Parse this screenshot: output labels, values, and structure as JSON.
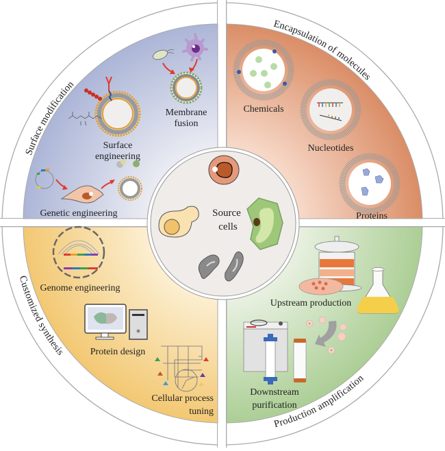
{
  "center": {
    "label_line1": "Source",
    "label_line2": "cells",
    "cells": [
      "mammalian-cell",
      "yeast-cell",
      "plant-cell",
      "bacteria"
    ]
  },
  "quadrants": [
    {
      "id": "surface",
      "ring_label": "Surface modification",
      "color_inner": "#f2f2f6",
      "color_outer": "#a9b3d6",
      "items": [
        {
          "label_lines": [
            "Membrane",
            "fusion"
          ]
        },
        {
          "label_lines": [
            "Surface",
            "engineering"
          ]
        },
        {
          "label_lines": [
            "Genetic engineering"
          ]
        }
      ]
    },
    {
      "id": "encapsulation",
      "ring_label": "Encapsulation of molecules",
      "color_inner": "#fbe3d6",
      "color_outer": "#d98a62",
      "items": [
        {
          "label_lines": [
            "Chemicals"
          ]
        },
        {
          "label_lines": [
            "Nucleotides"
          ]
        },
        {
          "label_lines": [
            "Proteins"
          ]
        }
      ]
    },
    {
      "id": "synthesis",
      "ring_label": "Customized synthesis",
      "color_inner": "#fdf3dc",
      "color_outer": "#f2c66e",
      "items": [
        {
          "label_lines": [
            "Genome engineering"
          ]
        },
        {
          "label_lines": [
            "Protein design"
          ]
        },
        {
          "label_lines": [
            "Cellular process",
            "tuning"
          ]
        }
      ]
    },
    {
      "id": "production",
      "ring_label": "Production amplification",
      "color_inner": "#f0f5ea",
      "color_outer": "#a9cd92",
      "items": [
        {
          "label_lines": [
            "Upstream production"
          ]
        },
        {
          "label_lines": [
            "Downstream",
            "purification"
          ]
        }
      ]
    }
  ]
}
